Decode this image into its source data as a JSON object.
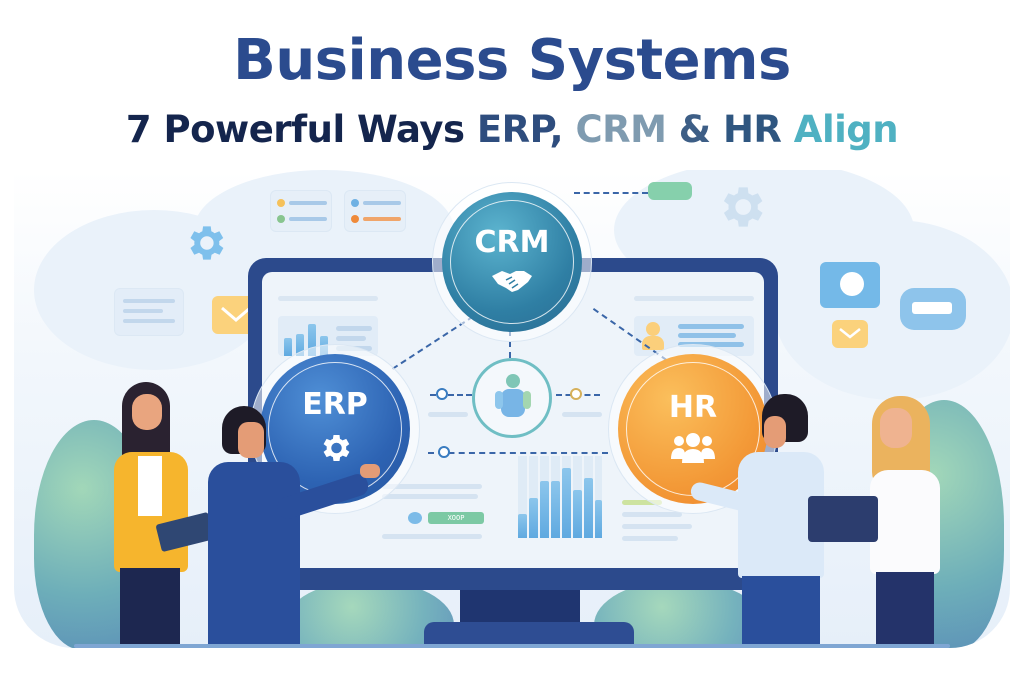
{
  "header": {
    "title": "Business Systems",
    "subtitle_parts": {
      "lead": "7 Powerful Ways ",
      "erp": "ERP,",
      "crm": " CRM",
      "amp": " &",
      "hr": " HR",
      "align": " Align"
    }
  },
  "nodes": {
    "crm": {
      "label": "CRM",
      "icon": "handshake-icon",
      "color": "#3a8fb0"
    },
    "erp": {
      "label": "ERP",
      "icon": "gear-icon",
      "color": "#2f6bb8"
    },
    "hr": {
      "label": "HR",
      "icon": "team-icon",
      "color": "#f29a38"
    },
    "center": {
      "icon": "person-icon"
    }
  },
  "screen": {
    "badge_text": "XOOP",
    "bar_chart_values": [
      30,
      50,
      70,
      70,
      85,
      60,
      75,
      50
    ],
    "mini_chart_values": [
      45,
      60,
      80,
      55
    ]
  },
  "decorations": {
    "floating_icons": [
      "gear-icon",
      "envelope-icon",
      "chat-bubble-icon",
      "chart-bubble-icon",
      "cloud-message-icon",
      "paper-plane-icon",
      "envelope-icon"
    ]
  },
  "people": [
    {
      "role": "woman-yellow-blazer",
      "holding": "tablet"
    },
    {
      "role": "man-blue-suit",
      "gesture": "pointing"
    },
    {
      "role": "man-light-shirt",
      "gesture": "presenting"
    },
    {
      "role": "woman-white-blouse",
      "holding": "laptop"
    }
  ],
  "colors": {
    "title": "#2b4b8e",
    "subtitle": "#14254d",
    "monitor": "#2c4a8c",
    "accent_teal": "#4fb1c2",
    "accent_orange": "#f29a38"
  }
}
